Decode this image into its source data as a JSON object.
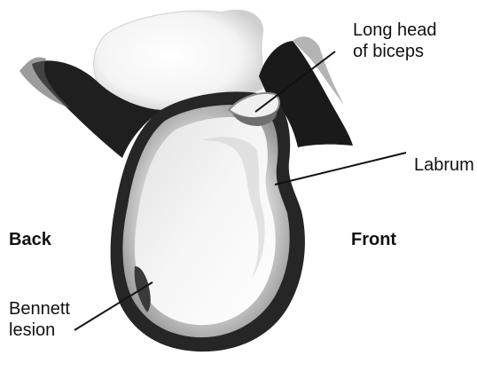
{
  "labels": {
    "long_head_biceps": [
      "Long head",
      "of biceps"
    ],
    "labrum": "Labrum",
    "back": "Back",
    "front": "Front",
    "bennett_lesion": [
      "Bennett",
      "lesion"
    ]
  },
  "colors": {
    "ink": "#111111",
    "shadow": "#1f1f1f",
    "glenoid_face": "#f2f2f2",
    "mid_grey": "#9a9a9a",
    "light_grey": "#d8d8d8"
  }
}
